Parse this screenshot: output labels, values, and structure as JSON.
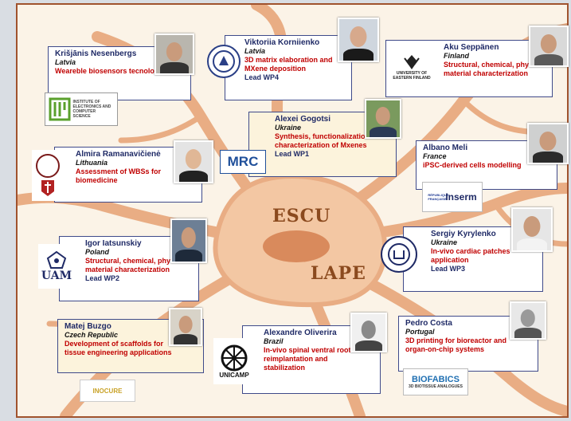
{
  "colors": {
    "frame": "#a0522d",
    "background": "#fbf3e7",
    "neuron": "#e9ad84",
    "name": "#1f2a66",
    "role": "#c00000"
  },
  "center": {
    "top": "ESCU",
    "bottom": "LAPE"
  },
  "members": [
    {
      "name": "Krišjānis Nesenbergs",
      "country": "Latvia",
      "role": "Weareble biosensors tecnologies",
      "wp": ""
    },
    {
      "name": "Viktoriia Korniienko",
      "country": "Latvia",
      "role": "3D matrix elaboration and MXene deposition",
      "wp": "Lead WP4"
    },
    {
      "name": "Aku Seppänen",
      "country": "Finland",
      "role": "Structural, chemical, physical material characterization",
      "wp": ""
    },
    {
      "name": "Alexei Gogotsi",
      "country": "Ukraine",
      "role": "Synthesis, functionalization and characterization of Mxenes",
      "wp": "Lead WP1"
    },
    {
      "name": "Almira Ramanavičienė",
      "country": "Lithuania",
      "role": "Assessment of WBSs for biomedicine",
      "wp": ""
    },
    {
      "name": "Albano Meli",
      "country": "France",
      "role": "iPSC-derived cells modelling",
      "wp": ""
    },
    {
      "name": "Igor Iatsunskiy",
      "country": "Poland",
      "role": "Structural, chemical, physical material characterization",
      "wp": "Lead WP2"
    },
    {
      "name": "Sergiy Kyrylenko",
      "country": "Ukraine",
      "role": "In-vivo cardiac patches application",
      "wp": "Lead WP3"
    },
    {
      "name": "Matej Buzgo",
      "country": "Czech Republic",
      "role": "Development of scaffolds for tissue engineering applications",
      "wp": ""
    },
    {
      "name": "Alexandre Oliverira",
      "country": "Brazil",
      "role": "In-vivo spinal ventral root reimplantation and stabilization",
      "wp": ""
    },
    {
      "name": "Pedro Costa",
      "country": "Portugal",
      "role": "3D printing for bioreactor and organ-on-chip systems",
      "wp": ""
    }
  ],
  "logos": {
    "iecs": "INSTITUTE OF ELECTRONICS AND COMPUTER SCIENCE",
    "uef": "UNIVERSITY OF EASTERN FINLAND",
    "mrc": "MRC",
    "inserm": "Inserm",
    "inserm_sub": "RÉPUBLIQUE FRANÇAISE",
    "uam": "UAM",
    "unicamp": "UNICAMP",
    "biofabics": "BIOFABICS",
    "biofabics_sub": "3D BIOTISSUE ANALOGUES",
    "inocure": "INOCURE"
  }
}
